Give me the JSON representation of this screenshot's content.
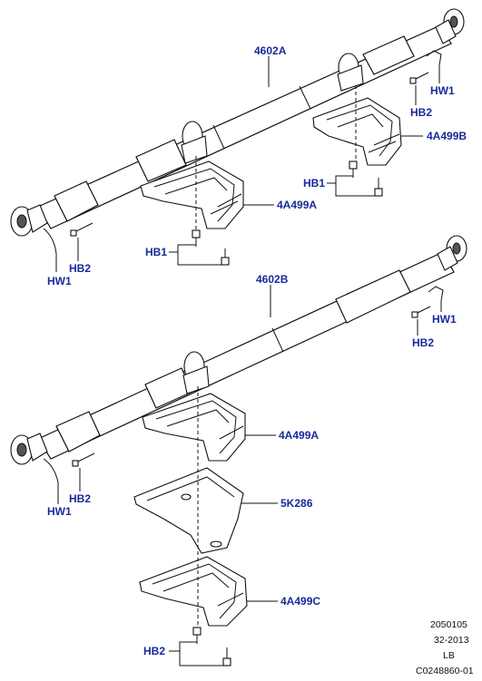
{
  "labels": {
    "shaft_a": "4602A",
    "shaft_b": "4602B",
    "bracket_a": "4A499A",
    "bracket_b": "4A499B",
    "bracket_a2": "4A499A",
    "bracket_c": "4A499C",
    "shield": "5K286",
    "hb1_top": "HB1",
    "hb1_right": "HB1",
    "hb2_left_top": "HB2",
    "hw1_left_top": "HW1",
    "hw1_right_top": "HW1",
    "hb2_right_top": "HB2",
    "hw1_right_bottom": "HW1",
    "hb2_right_bottom": "HB2",
    "hb2_left_bottom": "HB2",
    "hw1_left_bottom": "HW1",
    "hb2_bottom": "HB2"
  },
  "reference": {
    "line1": "2050105",
    "line2": "32-2013",
    "line3": "LB",
    "line4": "C0248860-01"
  }
}
